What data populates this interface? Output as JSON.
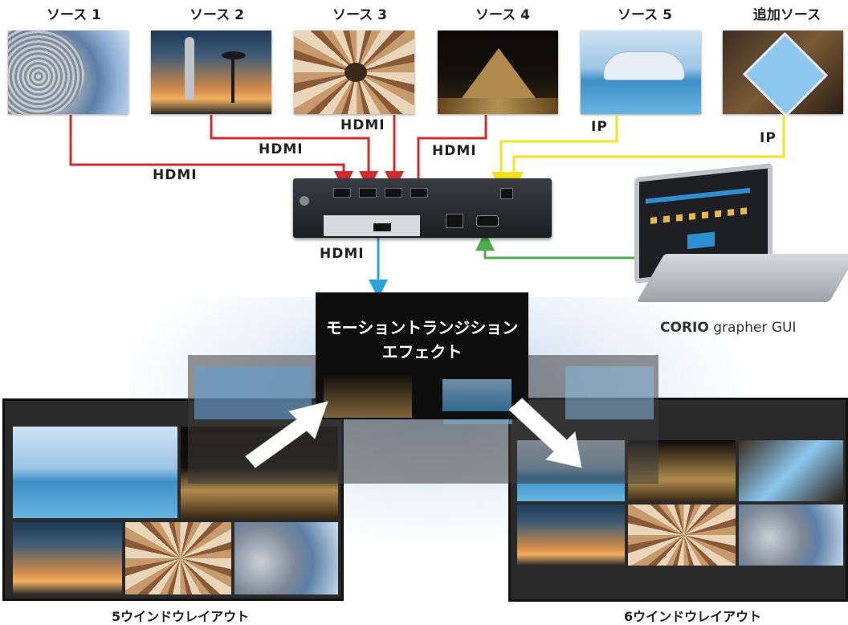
{
  "sources": [
    {
      "label": "ソース 1",
      "image": "sphere-structure"
    },
    {
      "label": "ソース 2",
      "image": "sail-hotel-dusk"
    },
    {
      "label": "ソース 3",
      "image": "spiral-staircase"
    },
    {
      "label": "ソース 4",
      "image": "glass-pyramid-night"
    },
    {
      "label": "ソース 5",
      "image": "modern-architecture-reflection"
    },
    {
      "label": "追加ソース",
      "image": "skylight-abstract"
    }
  ],
  "connections": {
    "hdmi": "HDMI",
    "ip": "IP"
  },
  "colors": {
    "hdmi_line": "#d42a2a",
    "ip_line": "#f4e21a",
    "output_line": "#2aa4dc",
    "control_line": "#4cae4c"
  },
  "device": {
    "name": "video-processor"
  },
  "software": {
    "brand": "CORIO",
    "label": "grapher GUI"
  },
  "effect": {
    "line1": "モーショントランジション",
    "line2": "エフェクト"
  },
  "layouts": {
    "left": "5ウインドウレイアウト",
    "right": "6ウインドウレイアウト"
  }
}
